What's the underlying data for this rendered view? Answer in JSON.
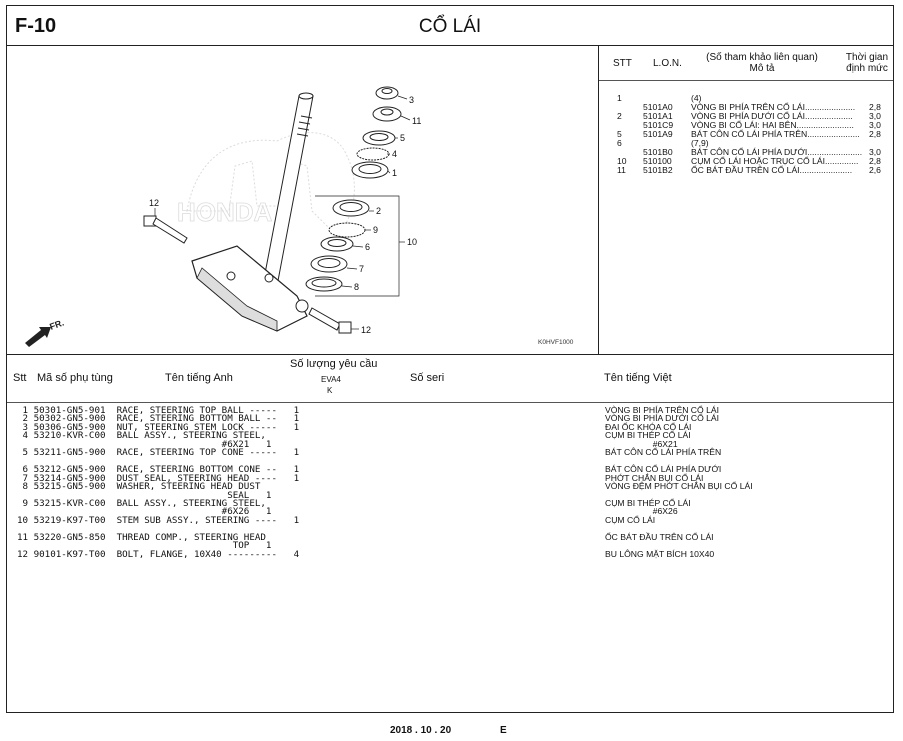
{
  "header": {
    "figure_code": "F-10",
    "title": "CỔ LÁI"
  },
  "diagram": {
    "watermark": "HONDA",
    "code": "K0HVF1000",
    "front_label": "FR.",
    "callouts": [
      "3",
      "11",
      "5",
      "4",
      "1",
      "2",
      "9",
      "6",
      "7",
      "8",
      "10",
      "12",
      "12"
    ]
  },
  "ref_table": {
    "headers": {
      "stt": "STT",
      "lon": "L.O.N.",
      "desc_line1": "(Số tham khảo liên quan)",
      "desc_line2": "Mô tả",
      "time_line1": "Thời gian",
      "time_line2": "định mức"
    },
    "rows": [
      {
        "stt": "1",
        "lon": "",
        "desc": "(4)",
        "time": ""
      },
      {
        "stt": "",
        "lon": "5101A0",
        "desc": "VÒNG BI PHÍA TRÊN CỔ LÁI.....................",
        "time": "2,8"
      },
      {
        "stt": "2",
        "lon": "5101A1",
        "desc": "VÒNG BI PHÍA DƯỚI CỔ LÁI....................",
        "time": "3,0"
      },
      {
        "stt": "",
        "lon": "5101C9",
        "desc": "VÒNG BI CỔ LÁI: HAI BÊN........................",
        "time": "3,0"
      },
      {
        "stt": "5",
        "lon": "5101A9",
        "desc": "BÁT CÔN CỔ LÁI PHÍA TRÊN......................",
        "time": "2,8"
      },
      {
        "stt": "6",
        "lon": "",
        "desc": "(7,9)",
        "time": ""
      },
      {
        "stt": "",
        "lon": "5101B0",
        "desc": "BÁT CÔN CỔ LÁI PHÍA DƯỚI.......................",
        "time": "3,0"
      },
      {
        "stt": "10",
        "lon": "510100",
        "desc": "CỤM CỔ LÁI HOẶC TRỤC CỔ LÁI..............",
        "time": "2,8"
      },
      {
        "stt": "11",
        "lon": "5101B2",
        "desc": "ỐC BÁT ĐẦU TRÊN CỔ LÁI......................",
        "time": "2,6"
      }
    ]
  },
  "parts_table": {
    "headers": {
      "stt": "Stt",
      "part_no": "Mã số phụ tùng",
      "name_en": "Tên tiếng Anh",
      "qty": "Số lượng yêu cầu",
      "model": "EVA4",
      "model_sub": "K",
      "serial": "Số seri",
      "name_vn": "Tên tiếng Việt"
    },
    "rows": [
      {
        "left": " 1 50301-GN5-901  RACE, STEERING TOP BALL -----   1",
        "right": "VÒNG BI PHÍA TRÊN CỔ LÁI"
      },
      {
        "left": " 2 50302-GN5-900  RACE, STEERING BOTTOM BALL --   1",
        "right": "VÒNG BI PHÍA DƯỚI CỔ LÁI"
      },
      {
        "left": " 3 50306-GN5-900  NUT, STEERING STEM LOCK -----   1",
        "right": "ĐAI ỐC KHÓA CỔ LÁI"
      },
      {
        "left": " 4 53210-KVR-C00  BALL ASSY., STEERING STEEL,",
        "right": "CỤM BI THÉP CỔ LÁI"
      },
      {
        "left": "                                     #6X21   1",
        "right": "                    #6X21"
      },
      {
        "left": " 5 53211-GN5-900  RACE, STEERING TOP CONE -----   1",
        "right": "BÁT CÔN CỔ LÁI PHÍA TRÊN"
      },
      {
        "left": "",
        "right": ""
      },
      {
        "left": " 6 53212-GN5-900  RACE, STEERING BOTTOM CONE --   1",
        "right": "BÁT CÔN CỔ LÁI PHÍA DƯỚI"
      },
      {
        "left": " 7 53214-GN5-900  DUST SEAL, STEERING HEAD ----   1",
        "right": "PHỚT CHẮN BỤI CỔ LÁI"
      },
      {
        "left": " 8 53215-GN5-900  WASHER, STEERING HEAD DUST",
        "right": "VÒNG ĐỆM PHỚT CHẮN BỤI CỔ LÁI"
      },
      {
        "left": "                                      SEAL   1",
        "right": ""
      },
      {
        "left": " 9 53215-KVR-C00  BALL ASSY., STEERING STEEL,",
        "right": "CỤM BI THÉP CỔ LÁI"
      },
      {
        "left": "                                     #6X26   1",
        "right": "                    #6X26"
      },
      {
        "left": "10 53219-K97-T00  STEM SUB ASSY., STEERING ----   1",
        "right": "CỤM CỔ LÁI"
      },
      {
        "left": "",
        "right": ""
      },
      {
        "left": "11 53220-GN5-850  THREAD COMP., STEERING HEAD",
        "right": "ỐC BÁT ĐẦU TRÊN CỔ LÁI"
      },
      {
        "left": "                                       TOP   1",
        "right": ""
      },
      {
        "left": "12 90101-K97-T00  BOLT, FLANGE, 10X40 ---------   4",
        "right": "BU LÔNG MẶT BÍCH 10X40"
      }
    ]
  },
  "footer": {
    "date": "2018 . 10 . 20",
    "edition": "E"
  }
}
